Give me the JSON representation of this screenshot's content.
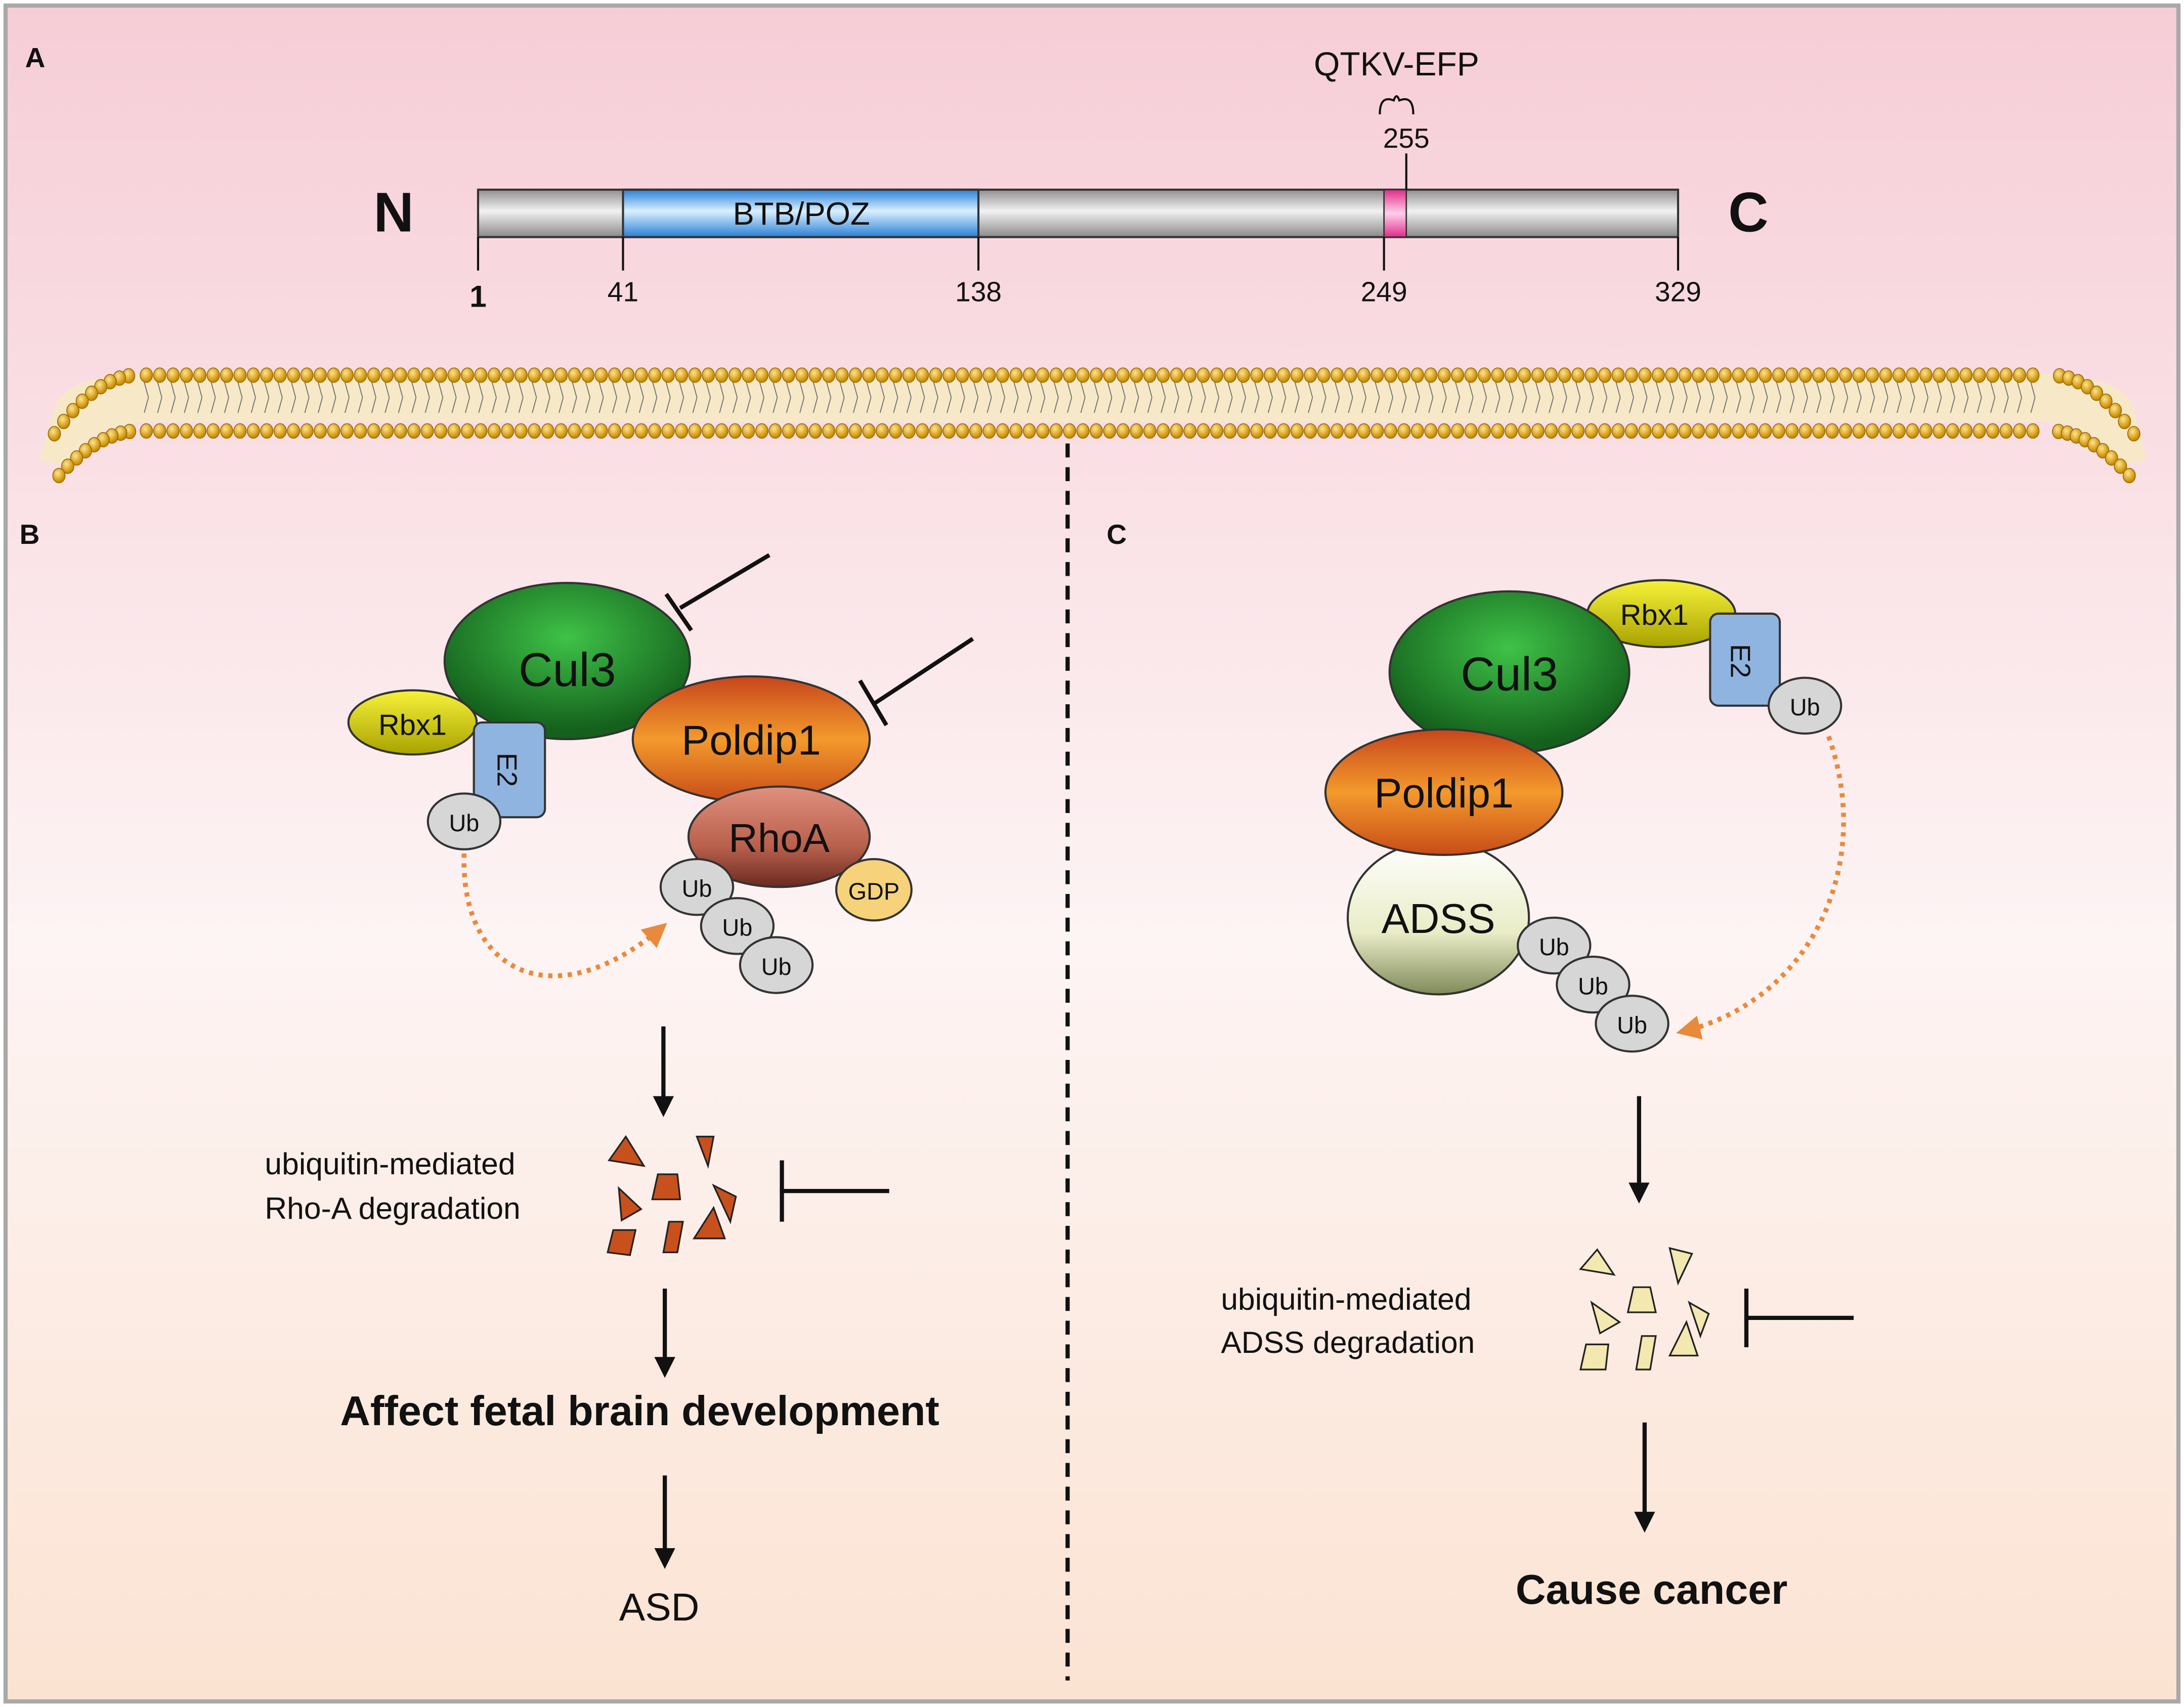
{
  "colors": {
    "cul3": "#1f8a2a",
    "poldip1": "#e0701c",
    "rhoa": "#b9604a",
    "rbx1": "#e6e000",
    "e2": "#8fb4e0",
    "ub": "#d6d6d6",
    "gdp": "#f6d27a",
    "adss": "#e9ecc8",
    "btb": "#3a9cf0",
    "motif": "#f03f9a",
    "lipid_head": "#e0a800",
    "arrow_dotted": "#e88a3c",
    "bg_top": "#f6d0d8",
    "bg_bottom": "#fbe6d6"
  },
  "panel_a": {
    "label": "A",
    "n_terminus": "N",
    "c_terminus": "C",
    "domain_label": "BTB/POZ",
    "motif_label": "QTKV-EFP",
    "motif_pos": "255",
    "ticks": [
      "1",
      "41",
      "138",
      "249",
      "329"
    ]
  },
  "panel_b": {
    "label": "B",
    "cul3": "Cul3",
    "rbx1": "Rbx1",
    "e2": "E2",
    "ub": "Ub",
    "poldip1": "Poldip1",
    "rhoa": "RhoA",
    "gdp": "GDP",
    "degradation_line1": "ubiquitin-mediated",
    "degradation_line2": "Rho-A degradation",
    "effect": "Affect fetal brain development",
    "outcome": "ASD"
  },
  "panel_c": {
    "label": "C",
    "cul3": "Cul3",
    "rbx1": "Rbx1",
    "e2": "E2",
    "ub": "Ub",
    "poldip1": "Poldip1",
    "adss": "ADSS",
    "degradation_line1": "ubiquitin-mediated",
    "degradation_line2": "ADSS degradation",
    "outcome": "Cause cancer"
  }
}
